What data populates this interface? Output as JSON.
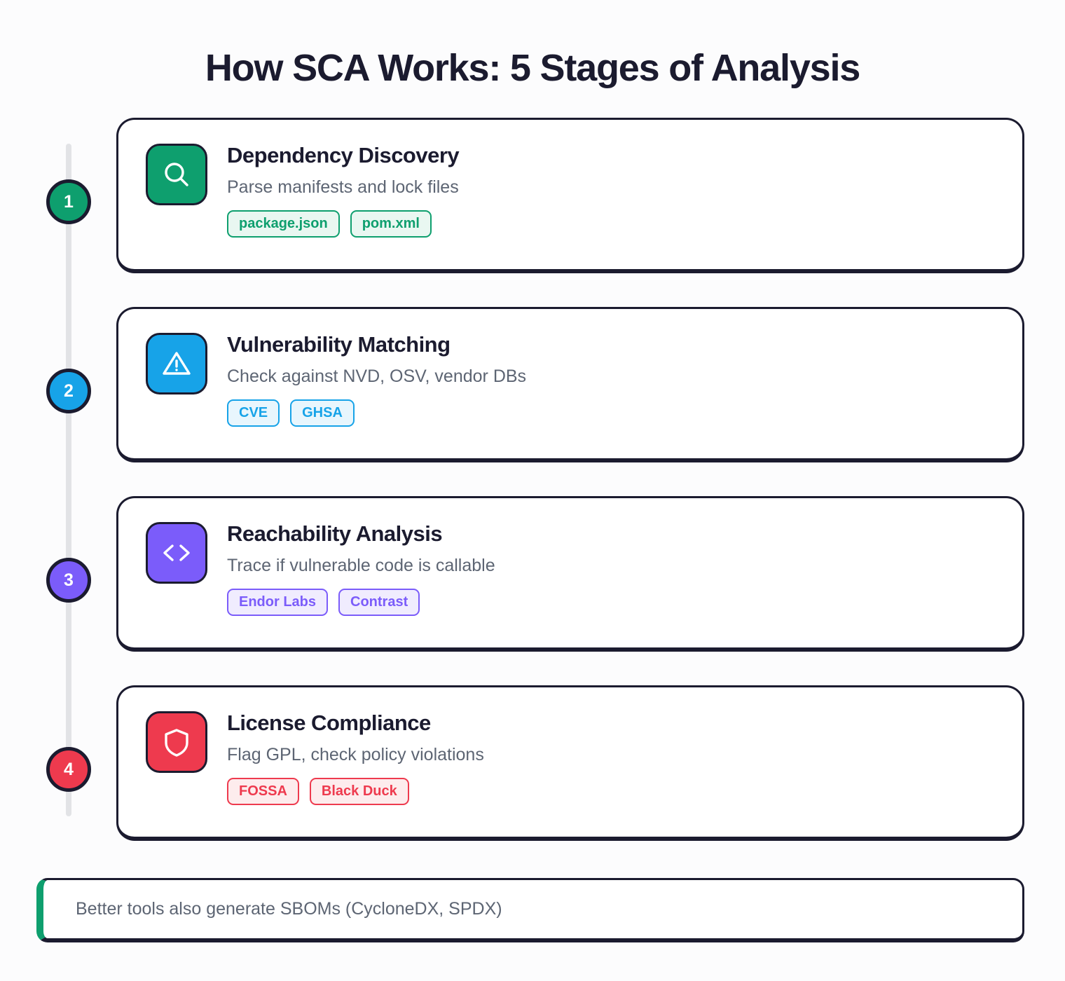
{
  "page": {
    "title": "How SCA Works: 5 Stages of Analysis",
    "background_color": "#fcfcfd",
    "ink_color": "#1b1b2f",
    "muted_text_color": "#5d6573",
    "rail_color": "#e2e3e6"
  },
  "stages": [
    {
      "number": "1",
      "title": "Dependency Discovery",
      "description": "Parse manifests and lock files",
      "icon": "search-icon",
      "color": "#0e9f6e",
      "tag_bg": "#e9f7f1",
      "tags": [
        "package.json",
        "pom.xml"
      ]
    },
    {
      "number": "2",
      "title": "Vulnerability Matching",
      "description": "Check against NVD, OSV, vendor DBs",
      "icon": "alert-triangle-icon",
      "color": "#17a3e8",
      "tag_bg": "#e8f6fd",
      "tags": [
        "CVE",
        "GHSA"
      ]
    },
    {
      "number": "3",
      "title": "Reachability Analysis",
      "description": "Trace if vulnerable code is callable",
      "icon": "code-brackets-icon",
      "color": "#7b5cfa",
      "tag_bg": "#f0ecfe",
      "tags": [
        "Endor Labs",
        "Contrast"
      ]
    },
    {
      "number": "4",
      "title": "License Compliance",
      "description": "Flag GPL, check policy violations",
      "icon": "shield-icon",
      "color": "#ee3a4e",
      "tag_bg": "#fdeced",
      "tags": [
        "FOSSA",
        "Black Duck"
      ]
    }
  ],
  "footer": {
    "text": "Better tools also generate SBOMs (CycloneDX, SPDX)",
    "accent_color": "#0e9f6e"
  }
}
